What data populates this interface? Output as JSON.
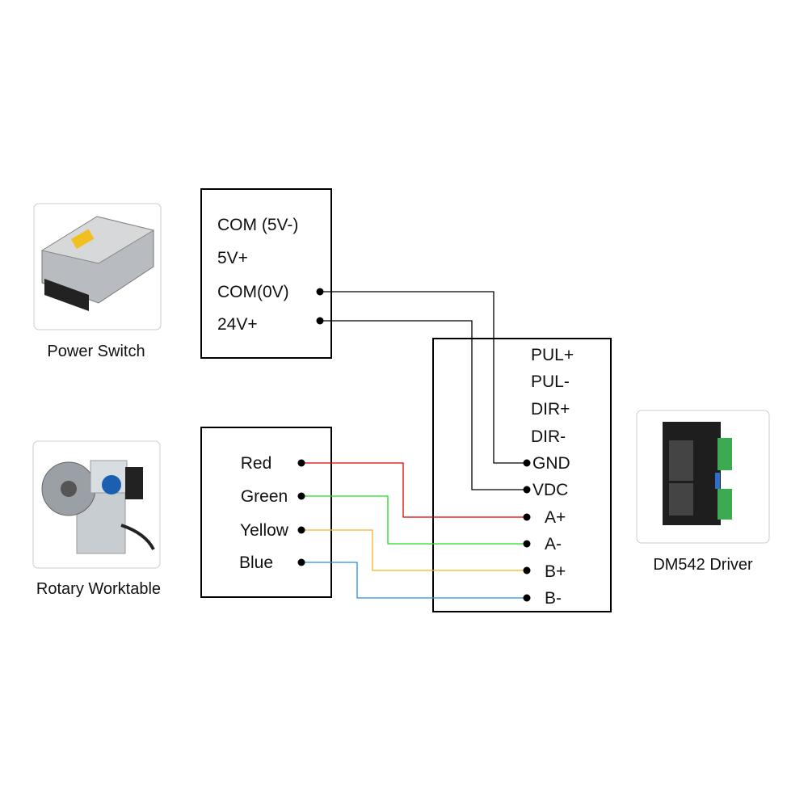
{
  "devices": {
    "power_switch": {
      "caption": "Power Switch"
    },
    "rotary": {
      "caption": "Rotary Worktable"
    },
    "driver": {
      "caption": "DM542 Driver"
    }
  },
  "power_box": {
    "terminals": [
      "COM (5V-)",
      "5V+",
      "COM(0V)",
      "24V+"
    ]
  },
  "motor_box": {
    "terminals": [
      "Red",
      "Green",
      "Yellow",
      "Blue"
    ]
  },
  "driver_box": {
    "terminals": [
      "PUL+",
      "PUL-",
      "DIR+",
      "DIR-",
      "GND",
      "VDC",
      "A+",
      "A-",
      "B+",
      "B-"
    ]
  },
  "wires": [
    {
      "from": "COM(0V)",
      "to": "GND",
      "color": "#000000"
    },
    {
      "from": "24V+",
      "to": "VDC",
      "color": "#000000"
    },
    {
      "from": "Red",
      "to": "A+",
      "color": "#e00000"
    },
    {
      "from": "Green",
      "to": "A-",
      "color": "#22dd22"
    },
    {
      "from": "Yellow",
      "to": "B+",
      "color": "#f5b420"
    },
    {
      "from": "Blue",
      "to": "B-",
      "color": "#2090e0"
    }
  ]
}
